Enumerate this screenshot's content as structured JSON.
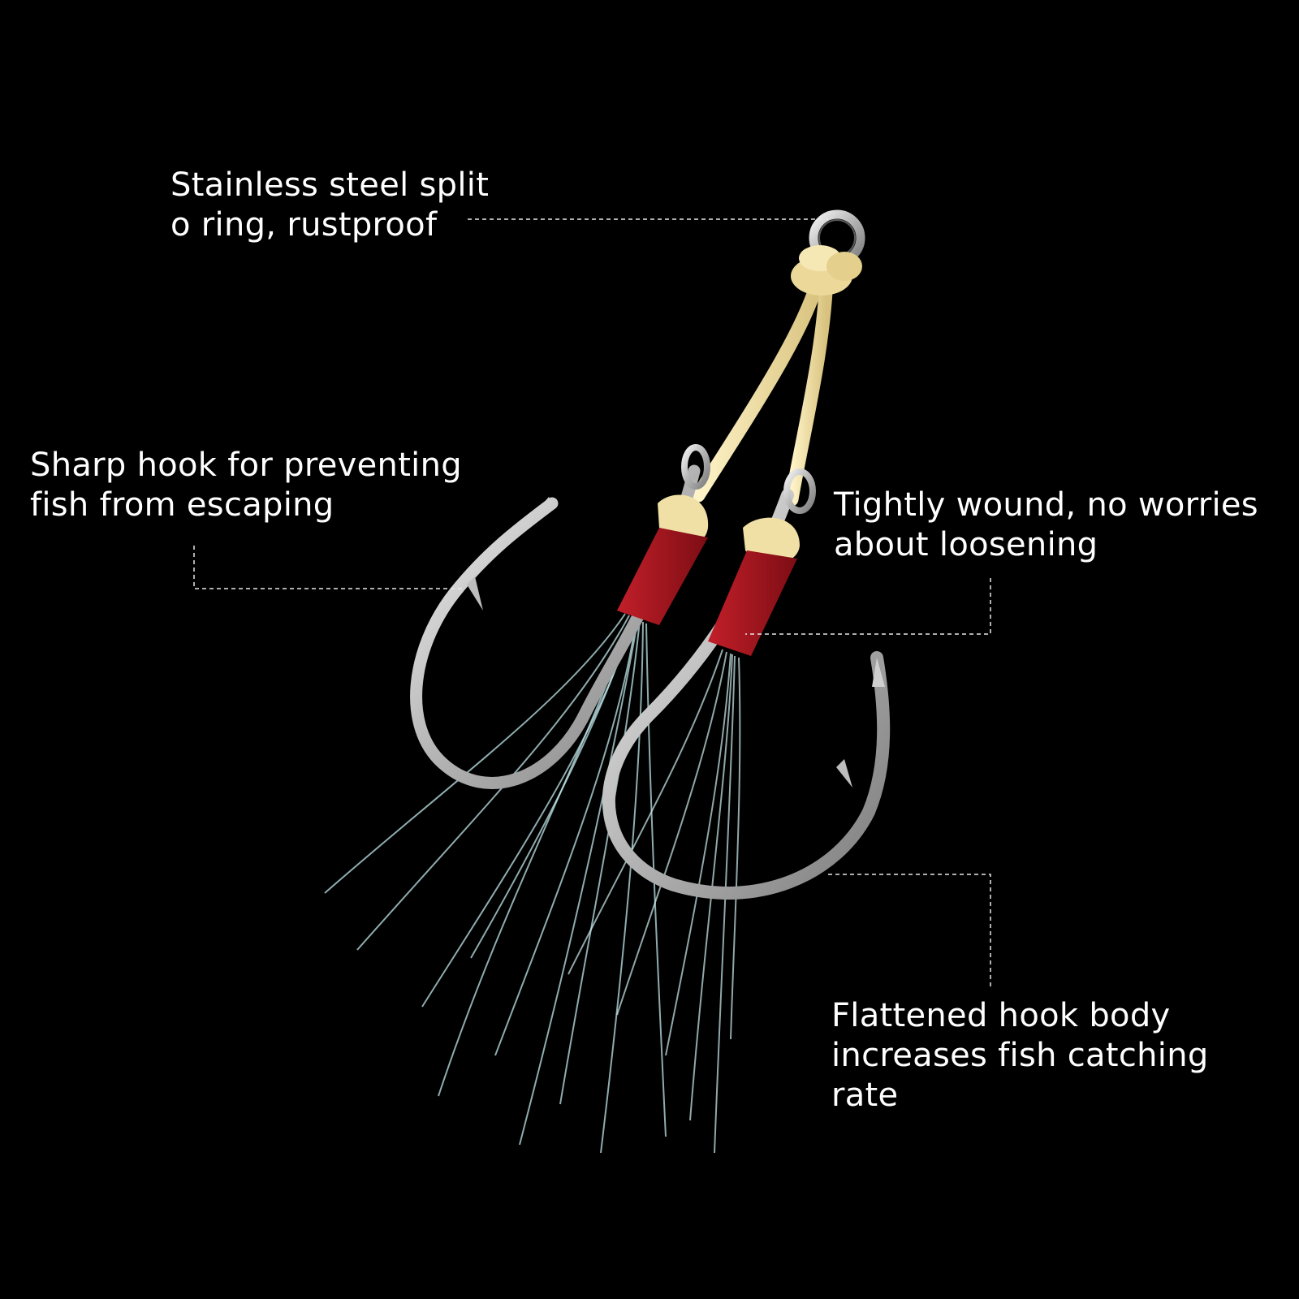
{
  "colors": {
    "background": "#000000",
    "text": "#ffffff",
    "leader_line": "#e8e8e8",
    "cord": "#efe1a8",
    "thread_wrap": "#a8141c",
    "hook_steel": "#c9c9c9",
    "flash_tinsel": "#bfe6ea"
  },
  "callouts": {
    "ring": {
      "lines": [
        "Stainless steel split",
        "o ring, rustproof"
      ]
    },
    "sharp": {
      "lines": [
        "Sharp hook for preventing",
        "fish from escaping"
      ]
    },
    "wound": {
      "lines": [
        "Tightly wound, no worries",
        "about loosening"
      ]
    },
    "flat": {
      "lines": [
        "Flattened hook body",
        "increases fish catching",
        "rate"
      ]
    }
  }
}
